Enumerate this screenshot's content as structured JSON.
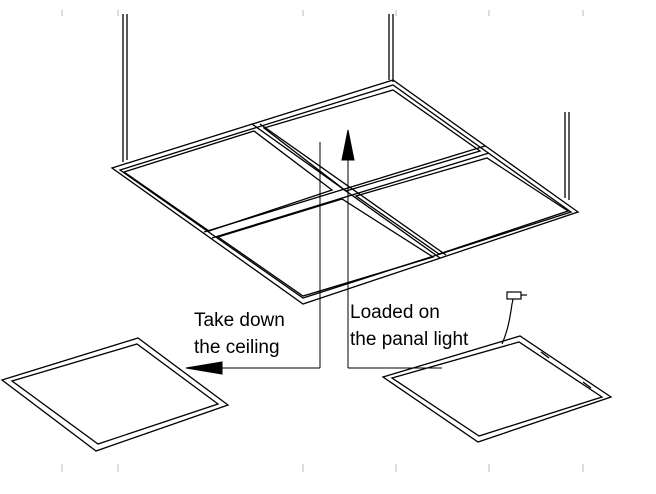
{
  "diagram": {
    "labels": {
      "take_down_line1": "Take down",
      "take_down_line2": "the ceiling",
      "loaded_line1": "Loaded on",
      "loaded_line2": "the panal light"
    },
    "colors": {
      "stroke": "#000000",
      "tick": "#bbbbbb",
      "background": "#ffffff"
    }
  }
}
